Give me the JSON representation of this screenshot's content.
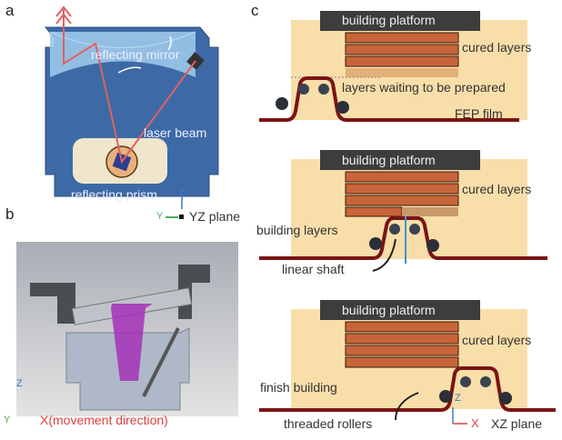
{
  "panels": {
    "a": {
      "letter": "a",
      "labels": {
        "mirror": "reflecting mirror",
        "laser": "laser beam",
        "prism": "reflecting prism"
      },
      "axes": {
        "z": "Z",
        "y": "Y",
        "plane": "YZ plane"
      },
      "colors": {
        "body": "#3d6aa6",
        "mirror": "#9cc8ea",
        "beam": "#e06060",
        "prism_bg": "#efe6cc"
      }
    },
    "b": {
      "letter": "b",
      "axes": {
        "z": "Z",
        "y": "Y",
        "x": "X(movement direction)"
      }
    },
    "c": {
      "letter": "c",
      "steps": [
        {
          "platform": "building platform",
          "cured": "cured layers",
          "extra": "layers waiting to be prepared",
          "film": "FEP film"
        },
        {
          "platform": "building platform",
          "cured": "cured layers",
          "extra": "building layers",
          "pointer": "linear shaft"
        },
        {
          "platform": "building platform",
          "cured": "cured layers",
          "extra": "finish building",
          "pointer": "threaded rollers",
          "axes": {
            "z": "Z",
            "x": "X",
            "plane": "XZ plane"
          }
        }
      ],
      "colors": {
        "resin": "#f7d89a",
        "platform": "#3d3d3d",
        "layer": "#c8643a",
        "film": "#7a1414",
        "roller": "#2a2f38"
      }
    }
  }
}
